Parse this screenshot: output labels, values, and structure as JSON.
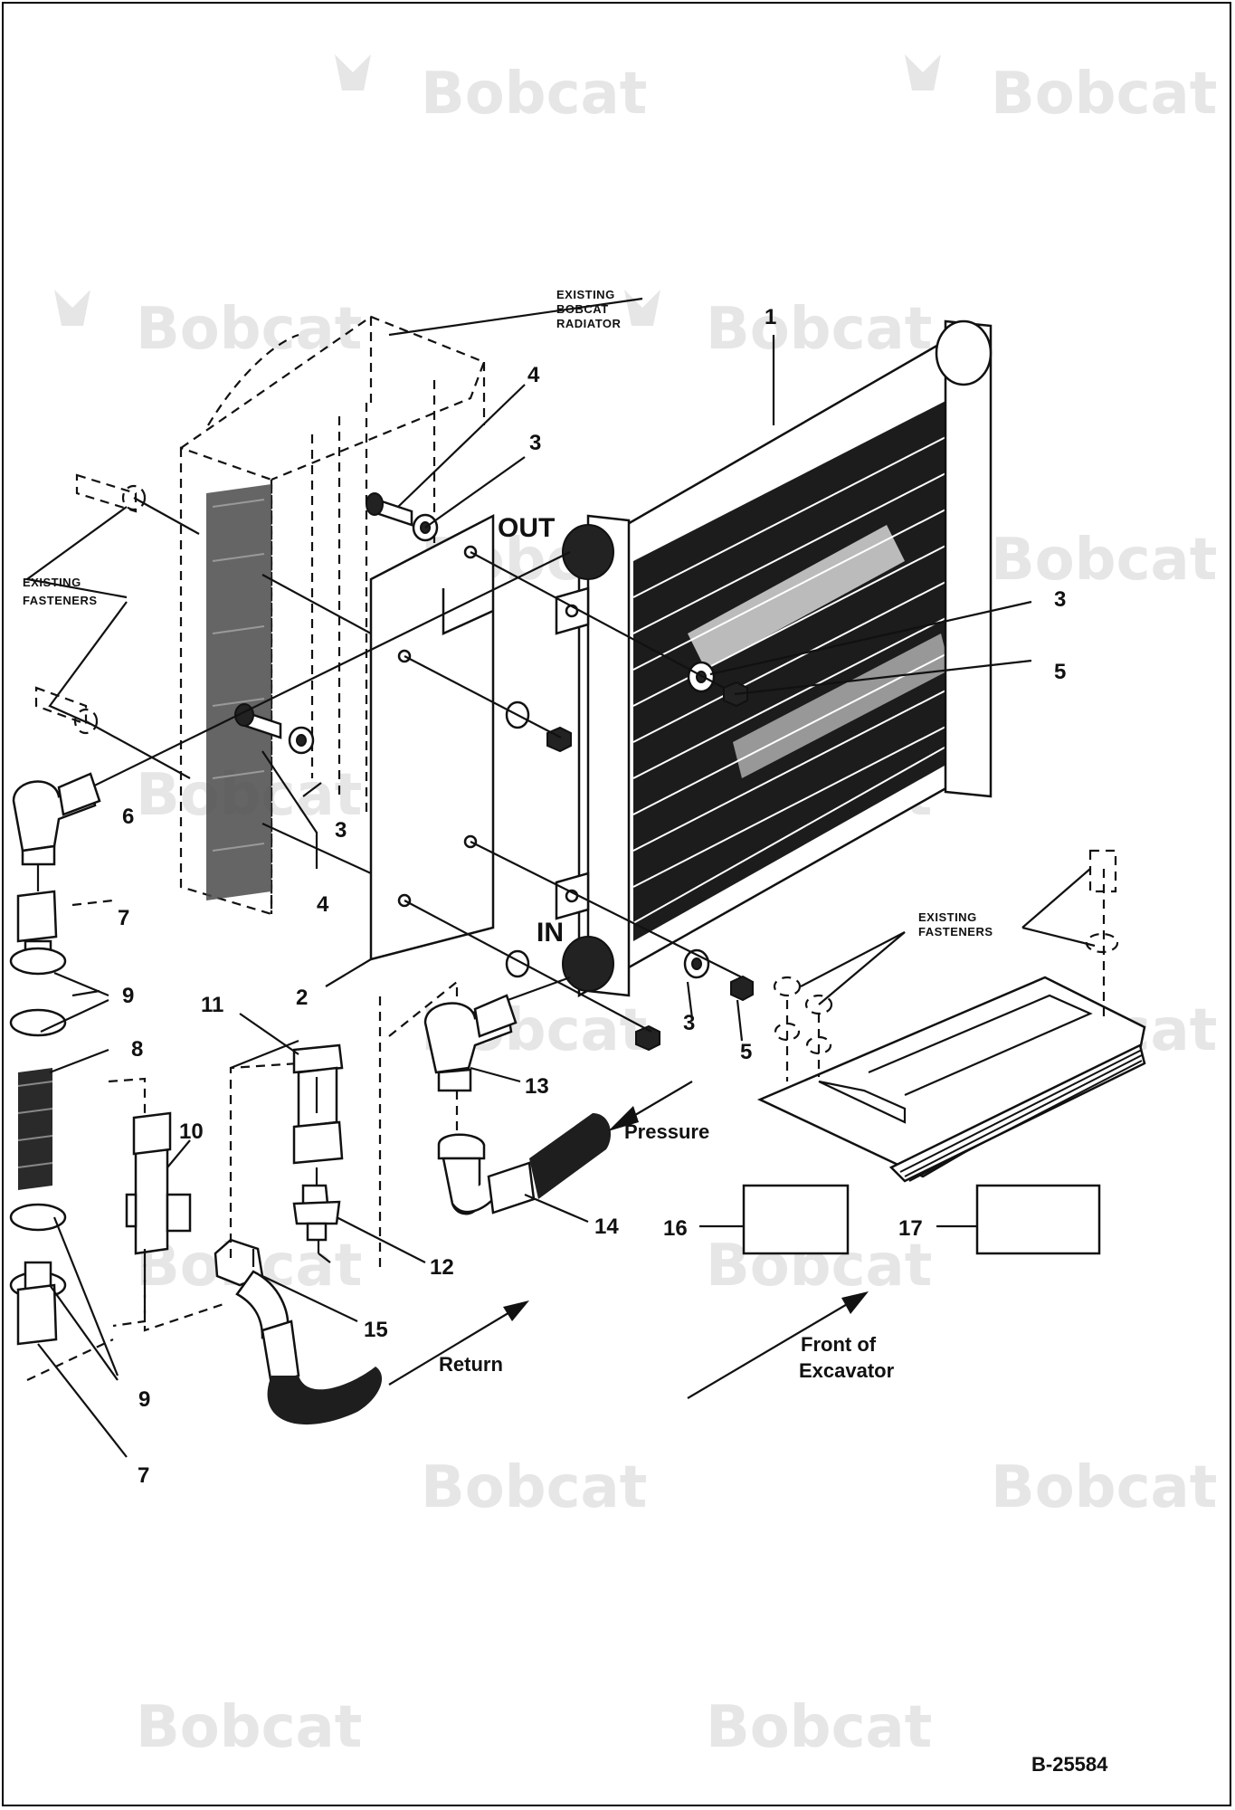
{
  "watermark": {
    "text": "Bobcat"
  },
  "callouts": [
    {
      "id": "c1",
      "text": "1"
    },
    {
      "id": "c2",
      "text": "2"
    },
    {
      "id": "c3a",
      "text": "3"
    },
    {
      "id": "c3b",
      "text": "3"
    },
    {
      "id": "c3c",
      "text": "3"
    },
    {
      "id": "c3d",
      "text": "3"
    },
    {
      "id": "c4a",
      "text": "4"
    },
    {
      "id": "c4b",
      "text": "4"
    },
    {
      "id": "c5a",
      "text": "5"
    },
    {
      "id": "c5b",
      "text": "5"
    },
    {
      "id": "c6",
      "text": "6"
    },
    {
      "id": "c7a",
      "text": "7"
    },
    {
      "id": "c7b",
      "text": "7"
    },
    {
      "id": "c8",
      "text": "8"
    },
    {
      "id": "c9a",
      "text": "9"
    },
    {
      "id": "c9b",
      "text": "9"
    },
    {
      "id": "c10",
      "text": "10"
    },
    {
      "id": "c11",
      "text": "11"
    },
    {
      "id": "c12",
      "text": "12"
    },
    {
      "id": "c13",
      "text": "13"
    },
    {
      "id": "c14",
      "text": "14"
    },
    {
      "id": "c15",
      "text": "15"
    },
    {
      "id": "c16",
      "text": "16"
    },
    {
      "id": "c17",
      "text": "17"
    }
  ],
  "notes": {
    "existing_radiator": [
      "EXISTING",
      "BOBCAT",
      "RADIATOR"
    ],
    "existing_fasteners_left": [
      "EXISTING",
      "FASTENERS"
    ],
    "existing_fasteners_right": [
      "EXISTING",
      "FASTENERS"
    ],
    "out": "OUT",
    "in": "IN",
    "pressure": "Pressure",
    "return": "Return",
    "front": [
      "Front of",
      "Excavator"
    ]
  },
  "figure_id": "B-25584"
}
